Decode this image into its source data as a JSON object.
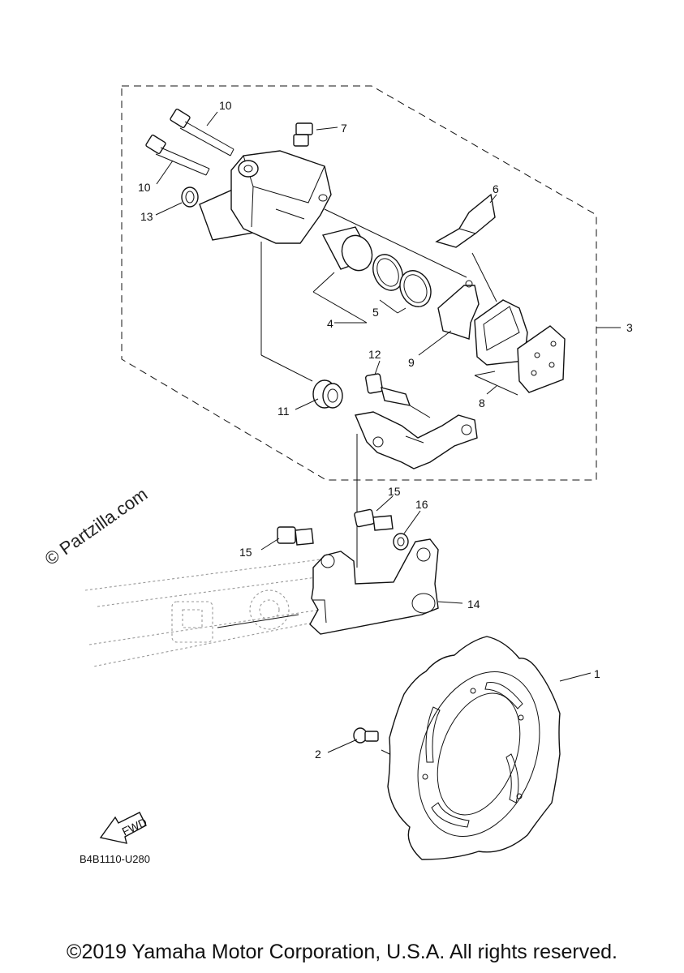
{
  "watermark": "© Partzilla.com",
  "diagram_code": "B4B1110-U280",
  "fwd_label": "FWD",
  "copyright": "©2019 Yamaha Motor Corporation, U.S.A. All rights reserved.",
  "callouts": {
    "c1": "1",
    "c2": "2",
    "c3": "3",
    "c4": "4",
    "c5": "5",
    "c6": "6",
    "c7": "7",
    "c8": "8",
    "c9": "9",
    "c10a": "10",
    "c10b": "10",
    "c11": "11",
    "c12": "12",
    "c13": "13",
    "c14": "14",
    "c15a": "15",
    "c15b": "15",
    "c16": "16"
  }
}
